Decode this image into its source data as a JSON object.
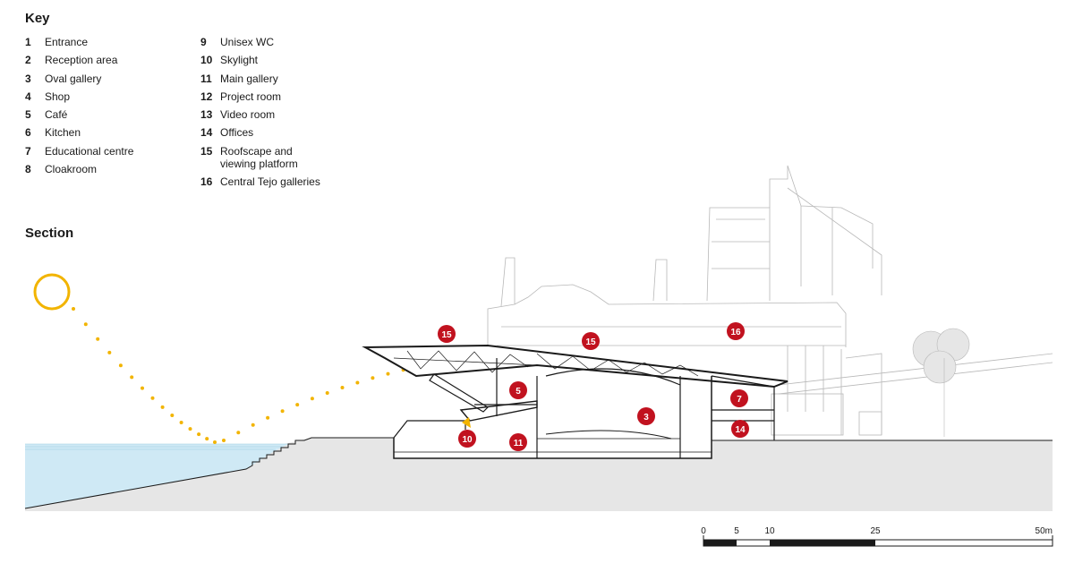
{
  "key": {
    "heading": "Key",
    "items": [
      {
        "num": "1",
        "label": "Entrance"
      },
      {
        "num": "2",
        "label": "Reception area"
      },
      {
        "num": "3",
        "label": "Oval gallery"
      },
      {
        "num": "4",
        "label": "Shop"
      },
      {
        "num": "5",
        "label": "Café"
      },
      {
        "num": "6",
        "label": "Kitchen"
      },
      {
        "num": "7",
        "label": "Educational centre"
      },
      {
        "num": "8",
        "label": "Cloakroom"
      },
      {
        "num": "9",
        "label": "Unisex WC"
      },
      {
        "num": "10",
        "label": "Skylight"
      },
      {
        "num": "11",
        "label": "Main gallery"
      },
      {
        "num": "12",
        "label": "Project room"
      },
      {
        "num": "13",
        "label": "Video room"
      },
      {
        "num": "14",
        "label": "Offices"
      },
      {
        "num": "15",
        "label": "Roofscape and viewing platform"
      },
      {
        "num": "16",
        "label": "Central Tejo galleries"
      }
    ]
  },
  "section": {
    "heading": "Section",
    "markers": [
      {
        "num": "15"
      },
      {
        "num": "15"
      },
      {
        "num": "16"
      },
      {
        "num": "5"
      },
      {
        "num": "3"
      },
      {
        "num": "7"
      },
      {
        "num": "14"
      },
      {
        "num": "10"
      },
      {
        "num": "11"
      }
    ]
  },
  "scale_bar": {
    "ticks": [
      "0",
      "5",
      "10",
      "25",
      "50m"
    ]
  },
  "colors": {
    "marker": "#c1121f",
    "sun": "#f2b400",
    "water": "#cfe9f5",
    "ground": "#e6e6e6",
    "structure": "#1a1a1a",
    "background_buildings": "#b8b8b8"
  }
}
